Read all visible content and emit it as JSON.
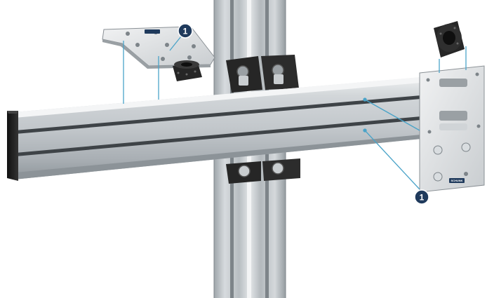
{
  "callouts": [
    {
      "id": "callout-top",
      "label": "1"
    },
    {
      "id": "callout-bottom",
      "label": "1"
    }
  ],
  "logo": {
    "text": "SCHUNK"
  },
  "colors": {
    "callout_fill": "#1f3a5c",
    "leader_line": "#4aa3c8",
    "aluminum_light": "#d9dde0",
    "aluminum_mid": "#b8bec3",
    "aluminum_dark": "#8c9398",
    "end_cap": "#1e1e1e",
    "clamp_black": "#262626"
  },
  "icons": [
    "mounting-plate-icon",
    "clamping-ring-icon",
    "profile-connector-icon"
  ]
}
